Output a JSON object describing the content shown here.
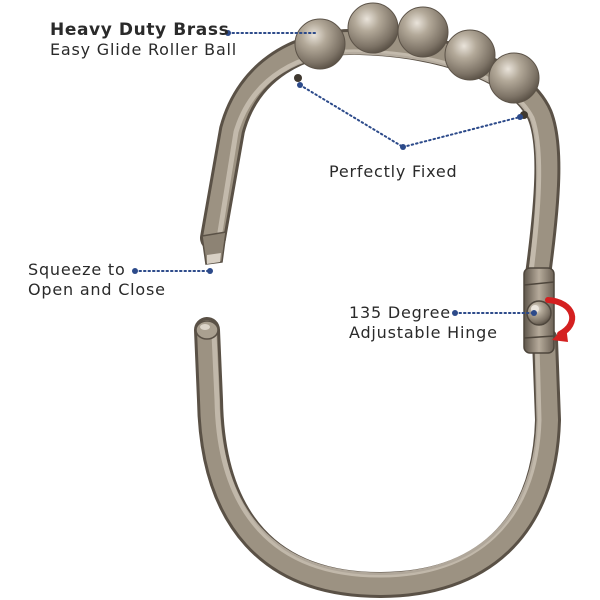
{
  "annotations": {
    "brass": {
      "title": "Heavy Duty Brass",
      "subtitle": "Easy Glide Roller Ball"
    },
    "fixed": {
      "text": "Perfectly Fixed"
    },
    "squeeze": {
      "line1": "Squeeze to",
      "line2": "Open and Close"
    },
    "hinge": {
      "line1": "135 Degree",
      "line2": "Adjustable Hinge"
    }
  },
  "colors": {
    "metal": "#8c8172",
    "metal_light": "#c9c0b3",
    "metal_dark": "#5e554a",
    "leader": "#2c4a8a",
    "text": "#2a2a2a",
    "arrow": "#d42020"
  }
}
